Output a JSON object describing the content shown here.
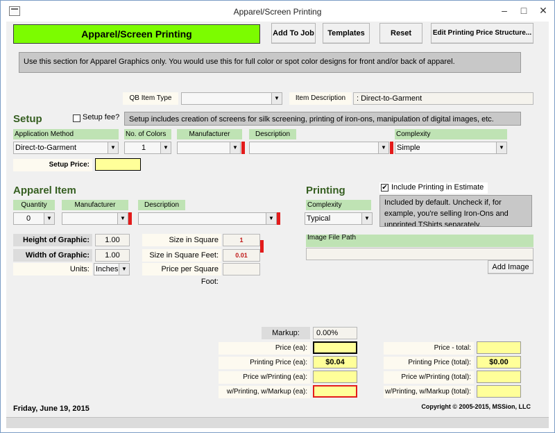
{
  "window": {
    "title": "Apparel/Screen Printing",
    "minimize": "–",
    "maximize": "□",
    "close": "✕"
  },
  "header": {
    "title": "Apparel/Screen Printing",
    "add_to_job": "Add To Job",
    "templates": "Templates",
    "reset": "Reset",
    "edit_price_structure": "Edit Printing Price Structure..."
  },
  "note": "Use this section for Apparel Graphics only. You would use this for full color or spot color designs for front and/or back of apparel.",
  "qb": {
    "item_type_label": "QB Item Type",
    "item_type_value": "",
    "item_desc_label": "Item Description",
    "item_desc_value": ": Direct-to-Garment"
  },
  "setup": {
    "heading": "Setup",
    "setup_fee_label": "Setup fee?",
    "setup_fee_checked": false,
    "info": "Setup includes creation of screens for silk screening, printing of iron-ons, manipulation of digital images, etc.",
    "application_method_label": "Application Method",
    "application_method_value": "Direct-to-Garment",
    "num_colors_label": "No. of Colors",
    "num_colors_value": "1",
    "manufacturer_label": "Manufacturer",
    "manufacturer_value": "",
    "description_label": "Description",
    "description_value": "",
    "complexity_label": "Complexity",
    "complexity_value": "Simple",
    "setup_price_label": "Setup Price:",
    "setup_price_value": ""
  },
  "apparel": {
    "heading": "Apparel Item",
    "quantity_label": "Quantity",
    "quantity_value": "0",
    "manufacturer_label": "Manufacturer",
    "manufacturer_value": "",
    "description_label": "Description",
    "description_value": "",
    "height_label": "Height of Graphic:",
    "height_value": "1.00",
    "width_label": "Width of Graphic:",
    "width_value": "1.00",
    "units_label": "Units:",
    "units_value": "Inches",
    "size_sq_in_label": "Size in Square Inches:",
    "size_sq_in_value": "1",
    "size_sq_ft_label": "Size in Square Feet:",
    "size_sq_ft_value": "0.01",
    "price_sq_ft_label": "Price per Square Foot:",
    "price_sq_ft_value": ""
  },
  "printing": {
    "heading": "Printing",
    "include_label": "Include Printing in Estimate",
    "include_checked": true,
    "info": "Included by default. Uncheck if, for example, you're selling Iron-Ons and unprinted TShirts separately.",
    "complexity_label": "Complexity",
    "complexity_value": "Typical",
    "image_path_label": "Image File Path",
    "image_path_value": "",
    "add_image": "Add Image"
  },
  "pricing": {
    "markup_label": "Markup:",
    "markup_value": "0.00%",
    "price_ea_label": "Price (ea):",
    "price_ea_value": "",
    "printing_price_ea_label": "Printing Price (ea):",
    "printing_price_ea_value": "$0.04",
    "price_w_printing_ea_label": "Price w/Printing (ea):",
    "price_w_printing_ea_value": "",
    "w_printing_markup_ea_label": "w/Printing, w/Markup (ea):",
    "w_printing_markup_ea_value": "",
    "price_total_label": "Price - total:",
    "price_total_value": "",
    "printing_price_total_label": "Printing Price (total):",
    "printing_price_total_value": "$0.00",
    "price_w_printing_total_label": "Price w/Printing (total):",
    "price_w_printing_total_value": "",
    "w_printing_markup_total_label": "w/Printing, w/Markup (total):",
    "w_printing_markup_total_value": ""
  },
  "footer": {
    "date": "Friday, June 19, 2015",
    "copyright": "Copyright © 2005-2015, MSSion, LLC"
  },
  "colors": {
    "title_green": "#7cfc00",
    "label_green": "#bfe3b4",
    "heading_green": "#355e20",
    "yellow": "#ffff99",
    "required_red": "#e31b1b"
  }
}
